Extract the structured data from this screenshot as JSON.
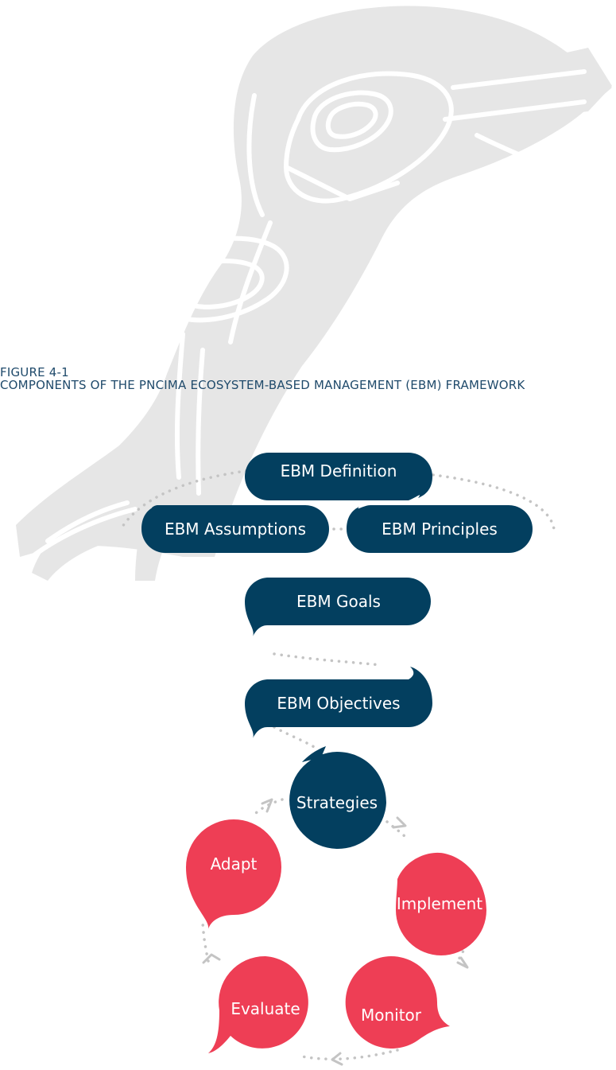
{
  "figure": {
    "number": "FIGURE 4-1",
    "title": "COMPONENTS OF THE PNCIMA ECOSYSTEM-BASED MANAGEMENT (EBM) FRAMEWORK"
  },
  "nodes": {
    "definition": "EBM Definition",
    "assumptions": "EBM Assumptions",
    "principles": "EBM Principles",
    "goals": "EBM Goals",
    "objectives": "EBM Objectives",
    "strategies": "Strategies",
    "implement": "Implement",
    "monitor": "Monitor",
    "evaluate": "Evaluate",
    "adapt": "Adapt"
  },
  "colors": {
    "navy": "#033f5f",
    "red": "#ee3e55",
    "raven_watermark": "#e6e6e6",
    "raven_lines": "#ffffff",
    "dots": "#c4c4c4",
    "title_text": "#1f4a6b"
  },
  "icons": {
    "watermark": "raven-formline-watermark",
    "arrows": "chevron-arrow-icon"
  }
}
